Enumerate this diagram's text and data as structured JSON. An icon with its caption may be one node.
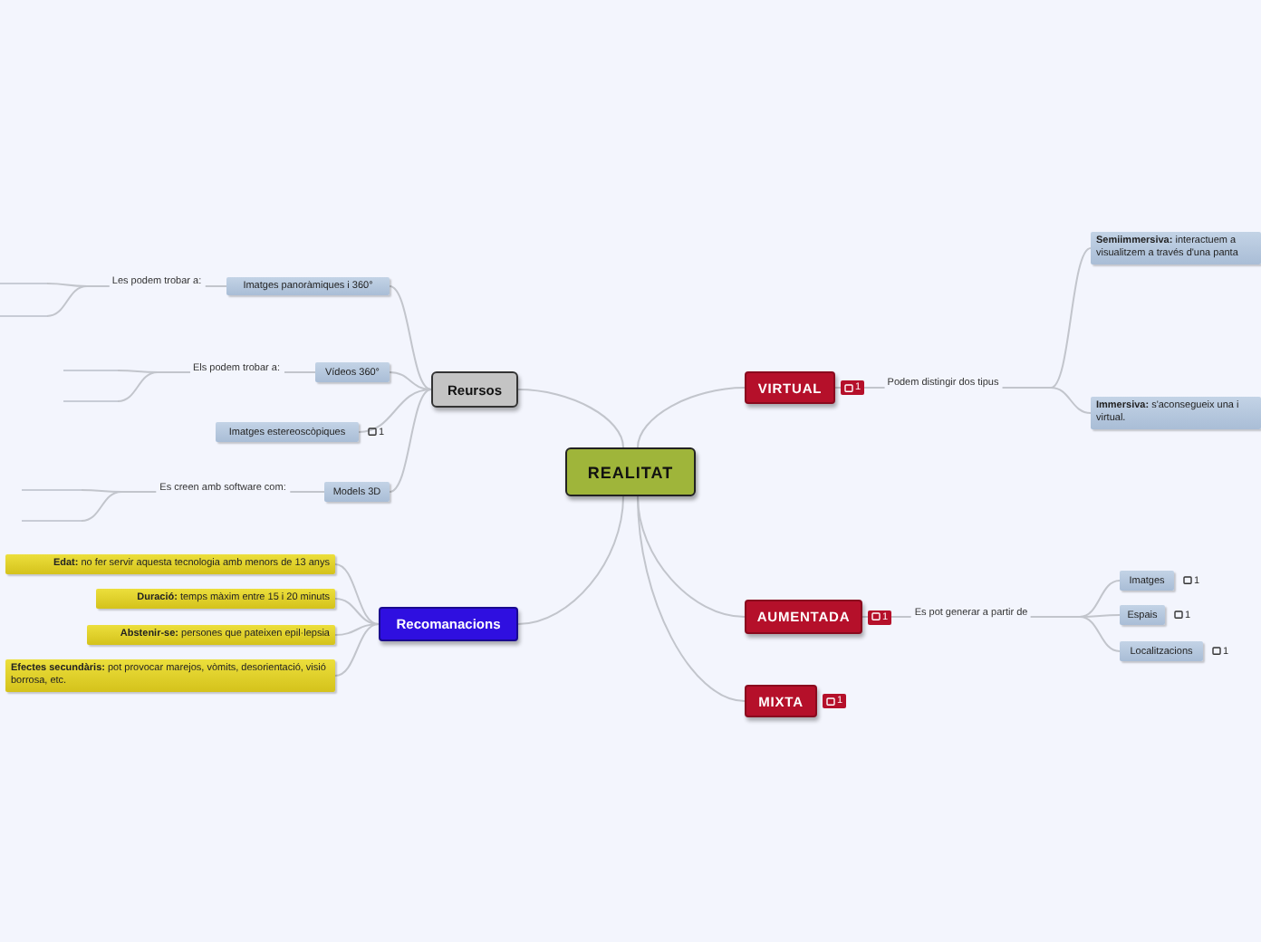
{
  "diagram": {
    "nodes": [
      {
        "text": [
          "REALITAT"
        ]
      },
      {
        "text": [
          "Reursos"
        ]
      },
      {
        "text": [
          "Imatges panoràmiques i 360°"
        ]
      },
      {
        "text": [],
        "shape": "bar"
      },
      {
        "text": [],
        "shape": "bar"
      },
      {
        "text": [
          "Vídeos 360°"
        ]
      },
      {
        "text": [],
        "shape": "bar"
      },
      {
        "text": [],
        "shape": "bar"
      },
      {
        "text": [
          "Imatges estereoscòpiques"
        ],
        "beside": [
          "1"
        ]
      },
      {
        "text": [
          "Models 3D"
        ]
      },
      {
        "text": [],
        "shape": "bar"
      },
      {
        "text": [],
        "shape": "bar"
      },
      {
        "text": [
          "Recomanacions"
        ]
      },
      {
        "text": [
          "**Edat:** no fer servir aquesta tecnologia amb menors de 13 anys"
        ]
      },
      {
        "text": [
          "**Duració:** temps màxim entre 15 i 20 minuts"
        ]
      },
      {
        "text": [
          "**Abstenir-se:** persones que pateixen epil·lepsia"
        ]
      },
      {
        "text": [
          "**Efectes secundàris:** pot provocar marejos, vòmits, desorientació, visió borrosa, etc."
        ]
      },
      {
        "text": [
          "VIRTUAL"
        ],
        "beside": [
          "1"
        ]
      },
      {
        "text": [
          "**Semiimmersiva:** interactuem a visualitzem a través d'una panta"
        ]
      },
      {
        "text": [
          "**Immersiva:** s'aconsegueix una i virtual."
        ]
      },
      {
        "text": [
          "AUMENTADA"
        ],
        "beside": [
          "1"
        ]
      },
      {
        "text": [
          "Imatges"
        ],
        "beside": [
          "1"
        ]
      },
      {
        "text": [
          "Espais"
        ],
        "beside": [
          "1"
        ]
      },
      {
        "text": [
          "Localitzacions"
        ],
        "beside": [
          "1"
        ]
      },
      {
        "text": [
          "MIXTA"
        ],
        "beside": [
          "1"
        ]
      }
    ],
    "edges": [
      {
        "from": 0,
        "to": 1,
        "arrow": "none"
      },
      {
        "from": 0,
        "to": 12,
        "arrow": "none"
      },
      {
        "from": 0,
        "to": 17,
        "arrow": "none"
      },
      {
        "from": 0,
        "to": 20,
        "arrow": "none"
      },
      {
        "from": 0,
        "to": 24,
        "arrow": "none"
      },
      {
        "from": 1,
        "to": 2,
        "arrow": "none"
      },
      {
        "from": 1,
        "to": 5,
        "arrow": "none"
      },
      {
        "from": 1,
        "to": 8,
        "arrow": "none"
      },
      {
        "from": 1,
        "to": 9,
        "arrow": "none"
      },
      {
        "from": 2,
        "to": 3,
        "arrow": "none",
        "label": "Les podem trobar a:"
      },
      {
        "from": 2,
        "to": 4,
        "arrow": "none"
      },
      {
        "from": 5,
        "to": 6,
        "arrow": "none",
        "label": "Els podem trobar a:"
      },
      {
        "from": 5,
        "to": 7,
        "arrow": "none"
      },
      {
        "from": 9,
        "to": 10,
        "arrow": "none",
        "label": "Es creen amb software com:"
      },
      {
        "from": 9,
        "to": 11,
        "arrow": "none"
      },
      {
        "from": 12,
        "to": 13,
        "arrow": "none"
      },
      {
        "from": 12,
        "to": 14,
        "arrow": "none"
      },
      {
        "from": 12,
        "to": 15,
        "arrow": "none"
      },
      {
        "from": 12,
        "to": 16,
        "arrow": "none"
      },
      {
        "from": 17,
        "to": 18,
        "arrow": "none",
        "label": "Podem distingir dos tipus"
      },
      {
        "from": 17,
        "to": 19,
        "arrow": "none"
      },
      {
        "from": 20,
        "to": 21,
        "arrow": "none",
        "label": "Es pot generar a partir de"
      },
      {
        "from": 20,
        "to": 22,
        "arrow": "none"
      },
      {
        "from": 20,
        "to": 23,
        "arrow": "none"
      }
    ]
  }
}
